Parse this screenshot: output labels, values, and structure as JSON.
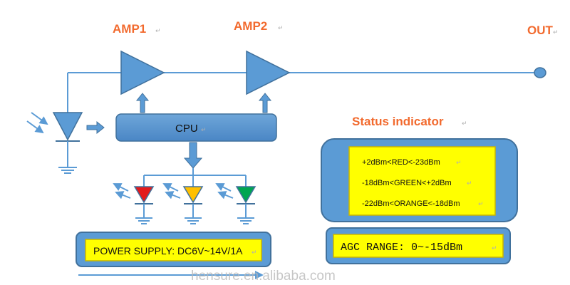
{
  "labels": {
    "amp1": "AMP1",
    "amp2": "AMP2",
    "out": "OUT",
    "cpu": "CPU",
    "status_title": "Status indicator",
    "power_supply": "POWER SUPPLY: DC6V~14V/1A",
    "agc_range": "AGC RANGE: 0~-15dBm",
    "watermark": "hensure.en.alibaba.com"
  },
  "status_lines": [
    "+2dBm<RED<-23dBm",
    "-18dBm<GREEN<+2dBm",
    "-22dBm<ORANGE<-18dBm"
  ],
  "edit_mark": "↵",
  "colors": {
    "line": "#5b9bd5",
    "amp_fill": "#5b9bd5",
    "cpu_fill": "#5b9bd5",
    "status_panel": "#5b9bd5",
    "status_inner": "#ffff00",
    "label_orange": "#f26a2e",
    "led_red": "#e31a1c",
    "led_orange": "#ffc000",
    "led_green": "#00a651"
  },
  "icons": {
    "photodiode": "photodiode-icon",
    "led_red": "red-led-icon",
    "led_orange": "orange-led-icon",
    "led_green": "green-led-icon",
    "ground": "ground-icon",
    "arrow": "arrow-icon"
  }
}
